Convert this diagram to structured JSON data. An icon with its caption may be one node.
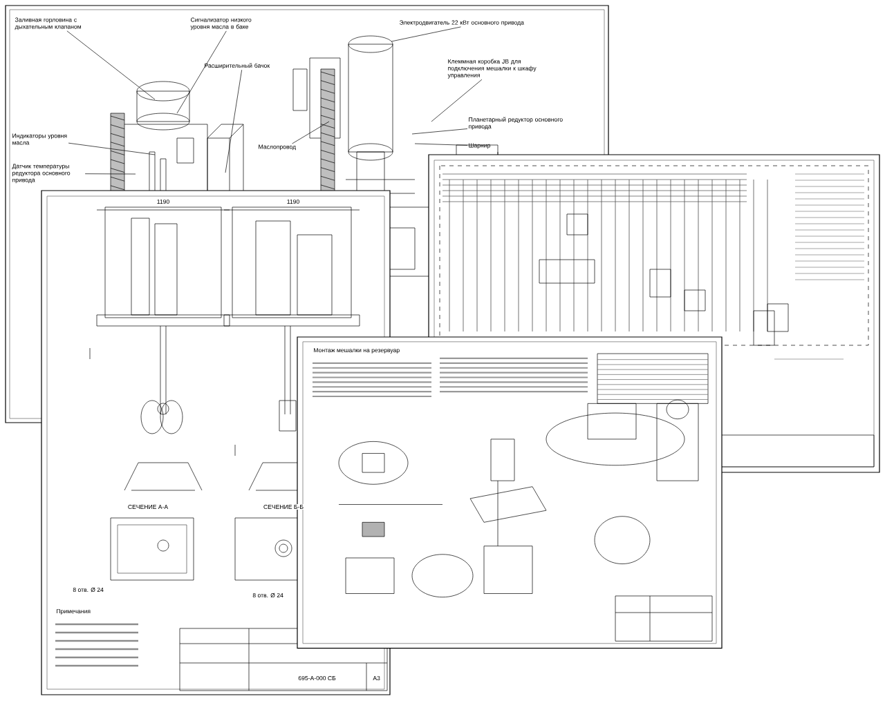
{
  "diagram": {
    "nodes": [
      {
        "text": [
          "Заливная горловина с дыхательным клапаном"
        ]
      },
      {
        "text": [
          "Сигнализатор низкого уровня масла в баке"
        ]
      },
      {
        "text": [
          "Расширительный бачок"
        ]
      },
      {
        "text": [
          "Электродвигатель 22 кВт основного привода"
        ]
      },
      {
        "text": [
          "Клеммная коробка JB для подключения мешалки к шкафу управления"
        ]
      },
      {
        "text": [
          "Планетарный редуктор основного привода"
        ]
      },
      {
        "text": [
          "Маслопровод"
        ]
      },
      {
        "text": [
          "Шарнир"
        ]
      },
      {
        "text": [
          "Индикаторы уровня масла"
        ]
      },
      {
        "text": [
          "Датчик температуры редуктора основного привода"
        ]
      }
    ],
    "edges": [
      {
        "from": 0,
        "to": null,
        "arrow": "none"
      },
      {
        "from": 1,
        "to": null,
        "arrow": "none"
      },
      {
        "from": 2,
        "to": null,
        "arrow": "none"
      },
      {
        "from": 3,
        "to": null,
        "arrow": "none"
      },
      {
        "from": 4,
        "to": null,
        "arrow": "none"
      },
      {
        "from": 5,
        "to": null,
        "arrow": "none"
      },
      {
        "from": 6,
        "to": null,
        "arrow": "none"
      },
      {
        "from": 7,
        "to": null,
        "arrow": "none"
      },
      {
        "from": 8,
        "to": null,
        "arrow": "none"
      },
      {
        "from": 9,
        "to": null,
        "arrow": "none"
      }
    ],
    "labels": [
      "1190",
      "1190",
      "СЕЧЕНИЕ А-А",
      "СЕЧЕНИЕ Б-Б",
      "8 отв. Ø 24",
      "8 отв. Ø 24",
      "Примечания",
      "695-А-000 СБ",
      "А3",
      "Монтаж мешалки на резервуар"
    ]
  }
}
